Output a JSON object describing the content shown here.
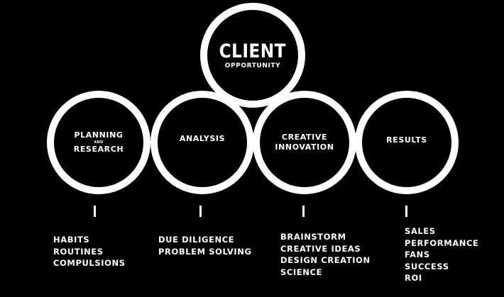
{
  "client": {
    "title": "CLIENT",
    "subtitle": "OPPORTUNITY"
  },
  "stages": [
    {
      "label_top": "PLANNING",
      "label_mid": "AND",
      "label_bottom": "RESEARCH",
      "items": [
        "HABITS",
        "ROUTINES",
        "COMPULSIONS"
      ]
    },
    {
      "label": "ANALYSIS",
      "items": [
        "DUE DILIGENCE",
        "PROBLEM SOLVING"
      ]
    },
    {
      "label_top": "CREATIVE",
      "label_bottom": "INNOVATION",
      "items": [
        "BRAINSTORM",
        "CREATIVE IDEAS",
        "DESIGN CREATION",
        "SCIENCE"
      ]
    },
    {
      "label": "RESULTS",
      "items": [
        "SALES",
        "PERFORMANCE",
        "FANS",
        "SUCCESS",
        "ROI"
      ]
    }
  ]
}
